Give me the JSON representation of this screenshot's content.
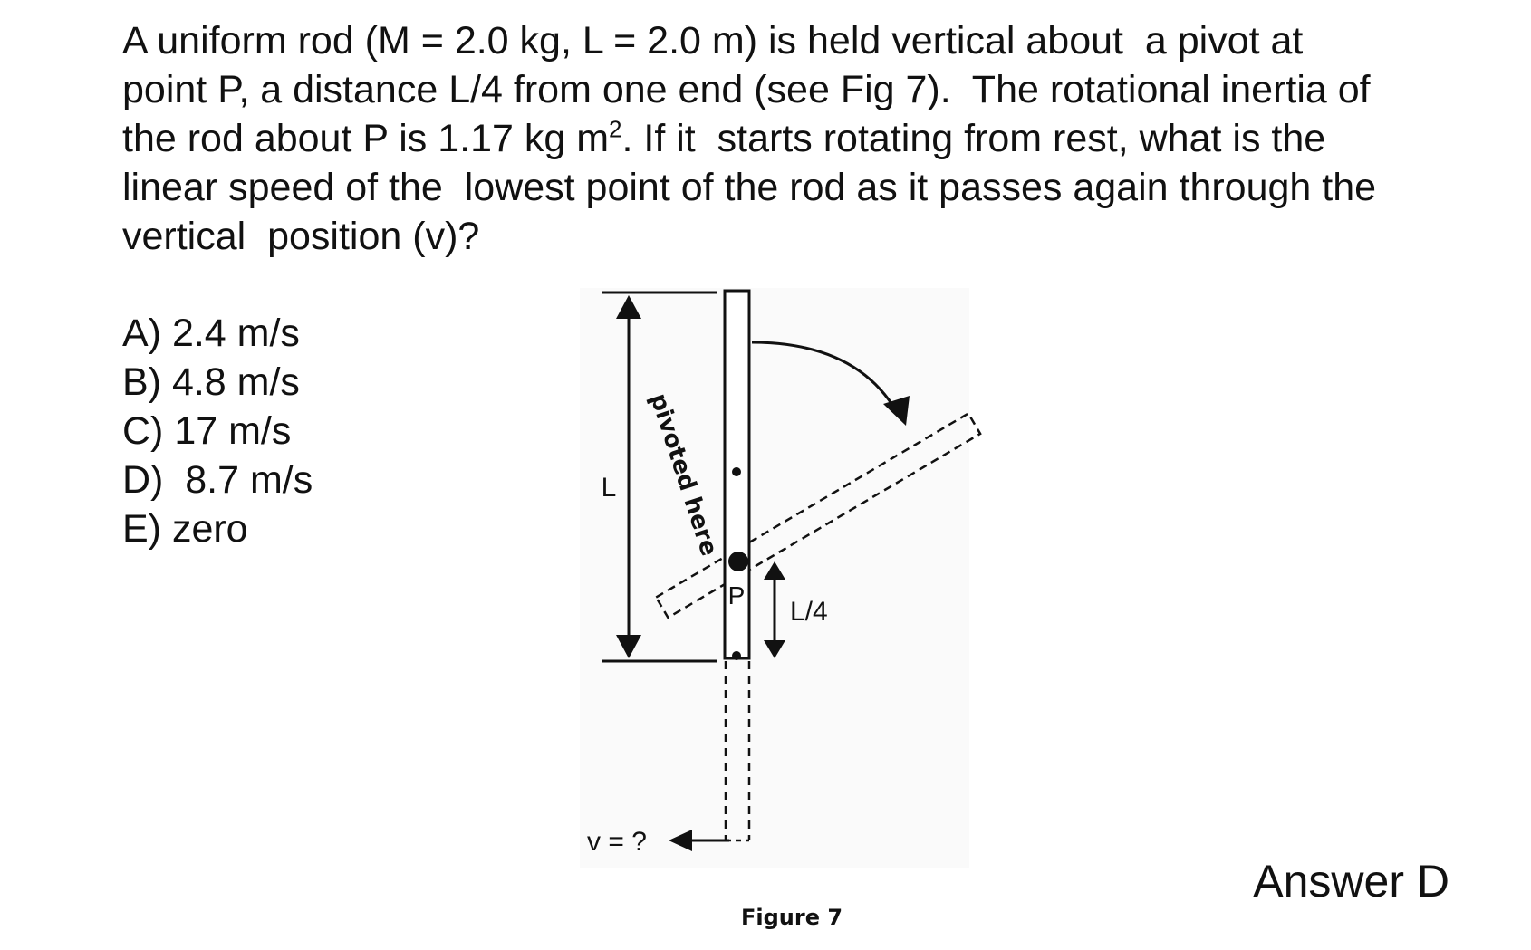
{
  "question": {
    "line1": "A uniform rod (M = 2.0 kg, L = 2.0 m) is held vertical about  a pivot at",
    "line2": "point P, a distance L/4 from one end (see Fig 7).  The rotational inertia of",
    "line3_pre": "the rod about P is 1.17 kg m",
    "line3_sup": "2",
    "line3_post": ". If it  starts rotating from rest, what is the",
    "line4": "linear speed of the  lowest point of the rod as it passes again through the",
    "line5": "vertical  position (v)?"
  },
  "options": [
    {
      "text": "A) 2.4 m/s"
    },
    {
      "text": "B) 4.8 m/s"
    },
    {
      "text": "C) 17 m/s"
    },
    {
      "text": "D)  8.7 m/s"
    },
    {
      "text": "E) zero"
    }
  ],
  "figure": {
    "label_L": "L",
    "label_pivoted": "pivoted here",
    "label_P": "P",
    "label_L4": "L/4",
    "label_v": "v = ?",
    "caption": "Figure 7"
  },
  "answer": "Answer D"
}
